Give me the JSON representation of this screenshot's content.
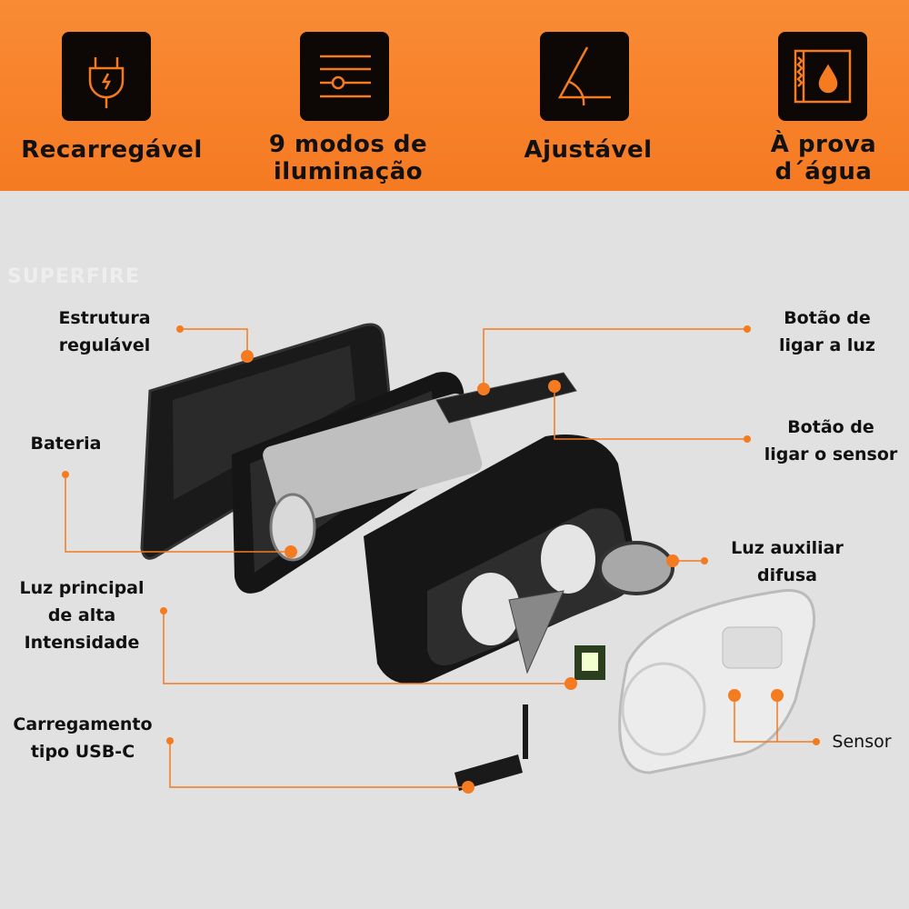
{
  "features": [
    {
      "icon": "plug-charge-icon",
      "label_lines": [
        "Recarregável"
      ]
    },
    {
      "icon": "slider-modes-icon",
      "label_lines": [
        "9 modos de",
        "iluminação"
      ]
    },
    {
      "icon": "angle-adjust-icon",
      "label_lines": [
        "Ajustável"
      ]
    },
    {
      "icon": "water-drop-icon",
      "label_lines": [
        "À prova",
        "d´água"
      ]
    }
  ],
  "watermark": "SUPERFIRE",
  "callouts": {
    "structure": [
      "Estrutura",
      "regulável"
    ],
    "battery": [
      "Bateria"
    ],
    "main_light": [
      "Luz principal",
      "de alta",
      "Intensidade"
    ],
    "usb": [
      "Carregamento",
      "tipo USB-C"
    ],
    "light_button": [
      "Botão de",
      "ligar a luz"
    ],
    "sensor_button": [
      "Botão de",
      "ligar o sensor"
    ],
    "aux_light": [
      "Luz auxiliar",
      "difusa"
    ],
    "sensor": [
      "Sensor"
    ]
  },
  "colors": {
    "accent": "#f47b20",
    "banner": "#f7832b",
    "background": "#e1e1e1"
  }
}
